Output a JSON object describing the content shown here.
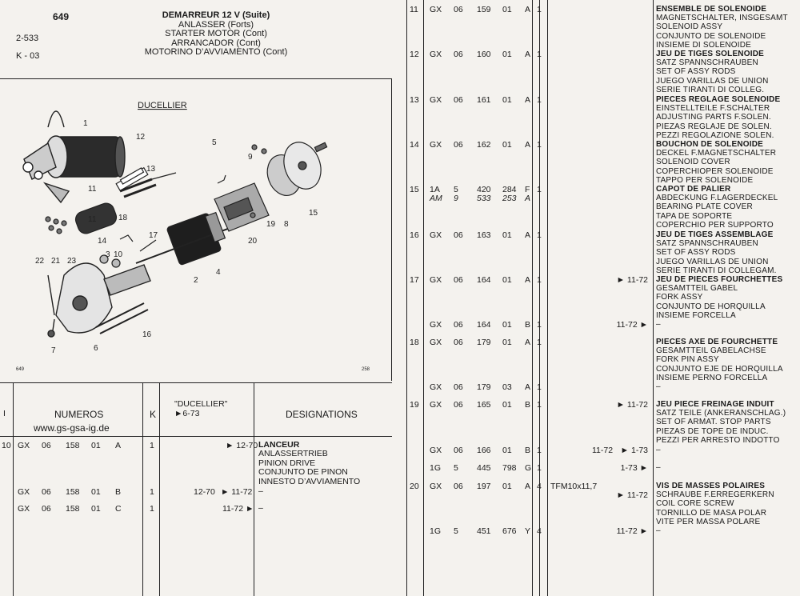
{
  "header": {
    "page": "649",
    "ref1": "2-533",
    "ref2": "K - 03",
    "title_fr": "DEMARREUR 12 V (Suite)",
    "title_de": "ANLASSER (Forts)",
    "title_en": "STARTER MOTOR (Cont)",
    "title_es": "ARRANCADOR (Cont)",
    "title_it": "MOTORINO D’AVVIAMENTO (Cont)"
  },
  "diagram": {
    "brand": "DUCELLIER",
    "footer_left": "649",
    "footer_right": "258",
    "callouts": [
      "1",
      "2",
      "3",
      "4",
      "5",
      "6",
      "7",
      "8",
      "9",
      "10",
      "11",
      "11",
      "12",
      "13",
      "14",
      "15",
      "16",
      "17",
      "18",
      "19",
      "20",
      "21",
      "22",
      "23"
    ]
  },
  "left_table": {
    "col_index": "I",
    "col_numeros": "NUMEROS",
    "website": "www.gs-gsa-ig.de",
    "col_k": "K",
    "col_ducellier": "\"DUCELLIER\"",
    "col_ducellier_sub": "►6-73",
    "col_designations": "DESIGNATIONS",
    "rows": [
      {
        "idx": "10",
        "a": "GX",
        "b": "06",
        "c": "158",
        "d": "01",
        "e": "A",
        "k": "1",
        "from": "",
        "to": "► 12-70",
        "desig_bold": "LANCEUR",
        "desig": [
          "ANLASSERTRIEB",
          "PINION DRIVE",
          "CONJUNTO DE PINON",
          "INNESTO D’AVVIAMENTO"
        ]
      },
      {
        "idx": "",
        "a": "GX",
        "b": "06",
        "c": "158",
        "d": "01",
        "e": "B",
        "k": "1",
        "from": "12-70",
        "to": "► 11-72",
        "desig_bold": "",
        "desig": [
          "–"
        ]
      },
      {
        "idx": "",
        "a": "GX",
        "b": "06",
        "c": "158",
        "d": "01",
        "e": "C",
        "k": "1",
        "from": "",
        "to": "11-72 ►",
        "desig_bold": "",
        "desig": [
          "–"
        ]
      }
    ]
  },
  "right_table": {
    "rows": [
      {
        "idx": "11",
        "a": "GX",
        "b": "06",
        "c": "159",
        "d": "01",
        "e": "A",
        "k": "1",
        "extra": "",
        "from": "",
        "to": "",
        "title": "ENSEMBLE DE SOLENOIDE",
        "lines": [
          "MAGNETSCHALTER, INSGESAMT",
          "SOLENOID ASSY",
          "CONJUNTO DE SOLENOIDE",
          "INSIEME DI SOLENOIDE"
        ]
      },
      {
        "idx": "12",
        "a": "GX",
        "b": "06",
        "c": "160",
        "d": "01",
        "e": "A",
        "k": "1",
        "extra": "",
        "from": "",
        "to": "",
        "title": "JEU DE TIGES SOLENOIDE",
        "lines": [
          "SATZ SPANNSCHRAUBEN",
          "SET OF ASSY RODS",
          "JUEGO VARILLAS DE UNION",
          "SERIE TIRANTI DI COLLEG."
        ]
      },
      {
        "idx": "13",
        "a": "GX",
        "b": "06",
        "c": "161",
        "d": "01",
        "e": "A",
        "k": "1",
        "extra": "",
        "from": "",
        "to": "",
        "title": "PIECES REGLAGE SOLENOIDE",
        "lines": [
          "EINSTELLTEILE F.SCHALTER",
          "ADJUSTING PARTS F.SOLEN.",
          "PIEZAS REGLAJE DE SOLEN.",
          "PEZZI REGOLAZIONE SOLEN."
        ]
      },
      {
        "idx": "14",
        "a": "GX",
        "b": "06",
        "c": "162",
        "d": "01",
        "e": "A",
        "k": "1",
        "extra": "",
        "from": "",
        "to": "",
        "title": "BOUCHON DE SOLENOIDE",
        "lines": [
          "DECKEL F.MAGNETSCHALTER",
          "SOLENOID COVER",
          "COPERCHIOPER SOLENOIDE",
          "TAPPO PER SOLENOIDE"
        ]
      },
      {
        "idx": "15",
        "a": "1A",
        "b": "5",
        "c": "420",
        "d": "284",
        "e": "F",
        "k": "1",
        "extra": "",
        "from": "",
        "to": "",
        "title": "CAPOT DE PALIER",
        "lines": [
          "ABDECKUNG F.LAGERDECKEL",
          "BEARING PLATE COVER",
          "TAPA DE SOPORTE",
          "COPERCHIO PER SUPPORTO"
        ],
        "alt": {
          "a": "AM",
          "b": "9",
          "c": "533",
          "d": "253",
          "e": "A"
        }
      },
      {
        "idx": "16",
        "a": "GX",
        "b": "06",
        "c": "163",
        "d": "01",
        "e": "A",
        "k": "1",
        "extra": "",
        "from": "",
        "to": "",
        "title": "JEU DE TIGES ASSEMBLAGE",
        "lines": [
          "SATZ SPANNSCHRAUBEN",
          "SET OF ASSY RODS",
          "JUEGO VARILLAS DE UNION",
          "SERIE TIRANTI DI COLLEGAM."
        ]
      },
      {
        "idx": "17",
        "a": "GX",
        "b": "06",
        "c": "164",
        "d": "01",
        "e": "A",
        "k": "1",
        "extra": "",
        "from": "",
        "to": "► 11-72",
        "title": "JEU DE PIECES FOURCHETTES",
        "lines": [
          "GESAMTTEIL GABEL",
          "FORK ASSY",
          "CONJUNTO DE HORQUILLA",
          "INSIEME FORCELLA"
        ]
      },
      {
        "idx": "",
        "a": "GX",
        "b": "06",
        "c": "164",
        "d": "01",
        "e": "B",
        "k": "1",
        "extra": "",
        "from": "",
        "to": "11-72 ►",
        "title": "",
        "lines": [
          "–"
        ]
      },
      {
        "idx": "18",
        "a": "GX",
        "b": "06",
        "c": "179",
        "d": "01",
        "e": "A",
        "k": "1",
        "extra": "",
        "from": "",
        "to": "",
        "title": "PIECES AXE DE FOURCHETTE",
        "lines": [
          "GESAMTTEIL  GABELACHSE",
          "FORK PIN ASSY",
          "CONJUNTO EJE DE HORQUILLA",
          "INSIEME PERNO FORCELLA"
        ]
      },
      {
        "idx": "",
        "a": "GX",
        "b": "06",
        "c": "179",
        "d": "03",
        "e": "A",
        "k": "1",
        "extra": "",
        "from": "",
        "to": "",
        "title": "",
        "lines": [
          "–"
        ]
      },
      {
        "idx": "19",
        "a": "GX",
        "b": "06",
        "c": "165",
        "d": "01",
        "e": "B",
        "k": "1",
        "extra": "",
        "from": "",
        "to": "► 11-72",
        "title": "JEU PIECE FREINAGE INDUIT",
        "lines": [
          "SATZ TEILE (ANKERANSCHLAG.)",
          "SET OF ARMAT. STOP PARTS",
          "PIEZAS DE TOPE DE INDUC.",
          "PEZZI PER ARRESTO INDOTTO"
        ]
      },
      {
        "idx": "",
        "a": "GX",
        "b": "06",
        "c": "166",
        "d": "01",
        "e": "B",
        "k": "1",
        "extra": "",
        "from": "11-72",
        "to": "► 1-73",
        "title": "",
        "lines": [
          "–"
        ]
      },
      {
        "idx": "",
        "a": "1G",
        "b": "5",
        "c": "445",
        "d": "798",
        "e": "G",
        "k": "1",
        "extra": "",
        "from": "",
        "to": "1-73 ►",
        "title": "",
        "lines": [
          "–"
        ]
      },
      {
        "idx": "20",
        "a": "GX",
        "b": "06",
        "c": "197",
        "d": "01",
        "e": "A",
        "k": "4",
        "extra": "TFM10x11,7",
        "from": "",
        "to": "► 11-72",
        "title": "VIS DE MASSES POLAIRES",
        "lines": [
          "SCHRAUBE F.ERREGERKERN",
          "COIL CORE SCREW",
          "TORNILLO DE MASA POLAR",
          "VITE PER MASSA POLARE"
        ]
      },
      {
        "idx": "",
        "a": "1G",
        "b": "5",
        "c": "451",
        "d": "676",
        "e": "Y",
        "k": "4",
        "extra": "",
        "from": "",
        "to": "11-72 ►",
        "title": "",
        "lines": [
          "–"
        ]
      }
    ]
  }
}
